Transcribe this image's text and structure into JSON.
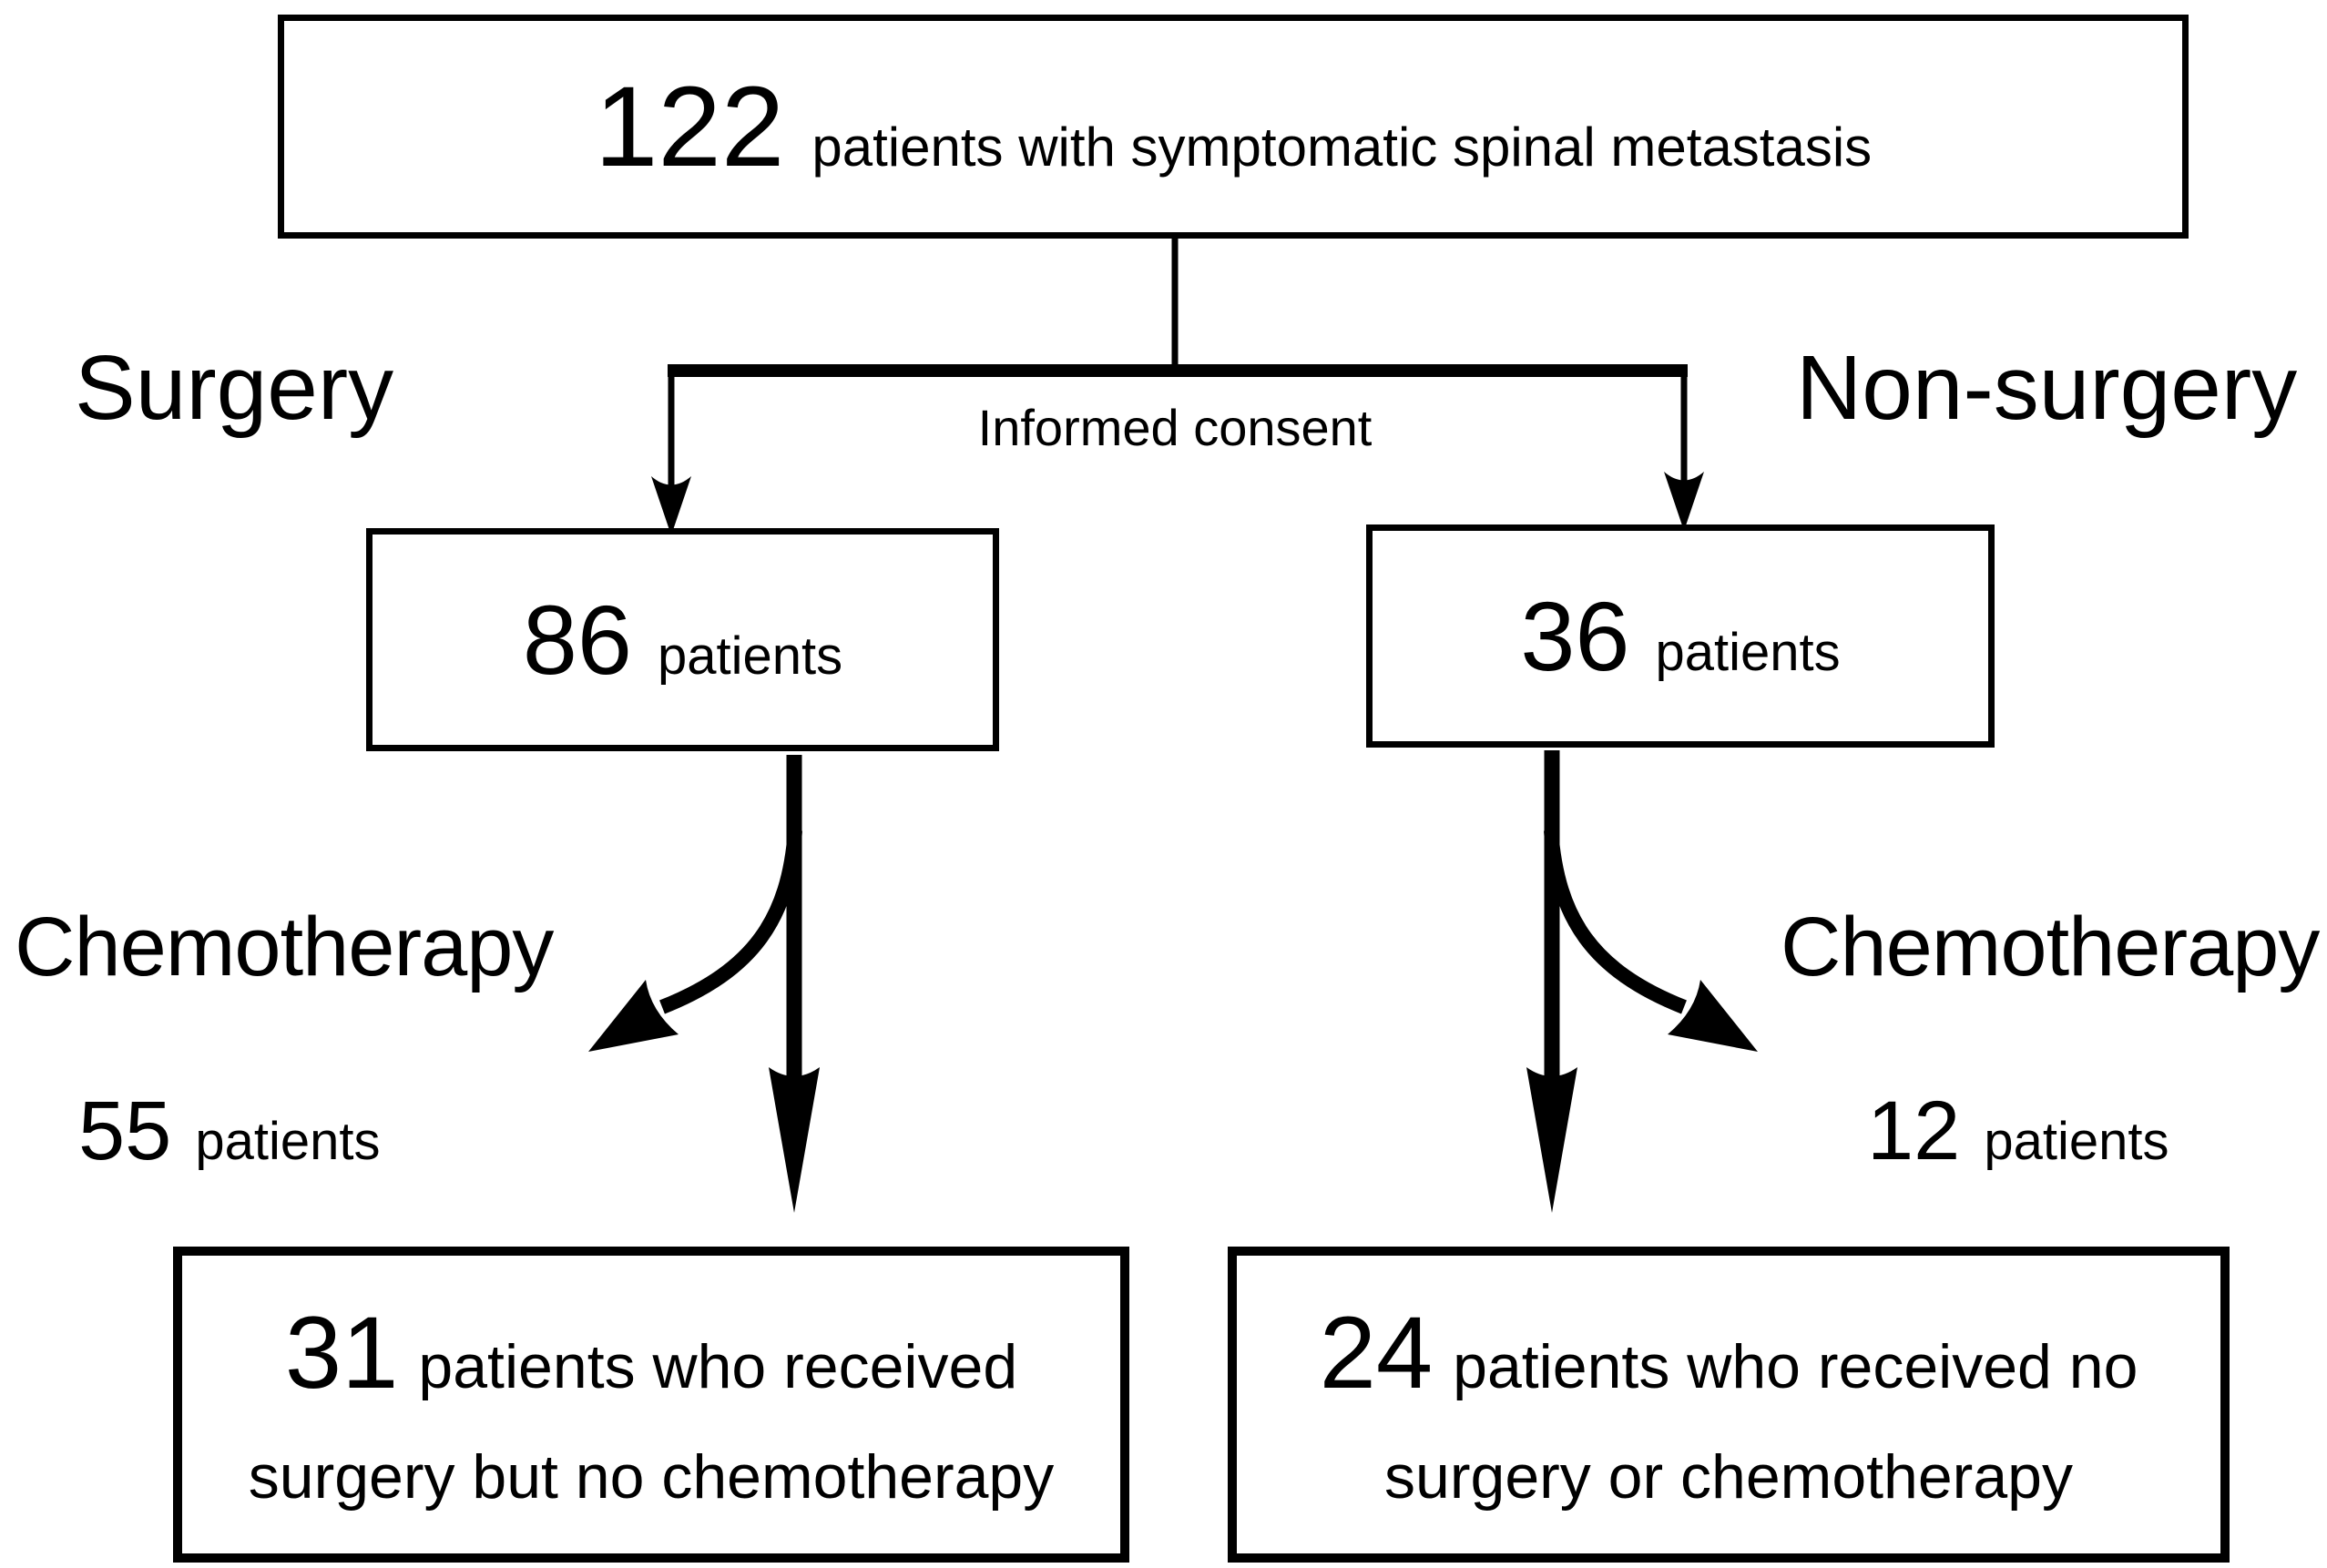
{
  "diagram": {
    "background": "#ffffff",
    "ink": "#000000",
    "total_box": {
      "number": "122",
      "label": "patients with symptomatic spinal metastasis"
    },
    "split": {
      "consent_label": "Informed consent",
      "left_branch_label": "Surgery",
      "right_branch_label": "Non-surgery"
    },
    "surgery_box": {
      "number": "86",
      "label": "patients"
    },
    "nonsurgery_box": {
      "number": "36",
      "label": "patients"
    },
    "surgery_chemo": {
      "label": "Chemotherapy",
      "number": "55",
      "unit": "patients"
    },
    "nonsurgery_chemo": {
      "label": "Chemotherapy",
      "number": "12",
      "unit": "patients"
    },
    "surgery_no_chemo_box": {
      "number": "31",
      "line1": "patients who received",
      "line2": "surgery but no chemotherapy"
    },
    "no_treatment_box": {
      "number": "24",
      "line1": "patients who received no",
      "line2": "surgery or chemotherapy"
    }
  }
}
